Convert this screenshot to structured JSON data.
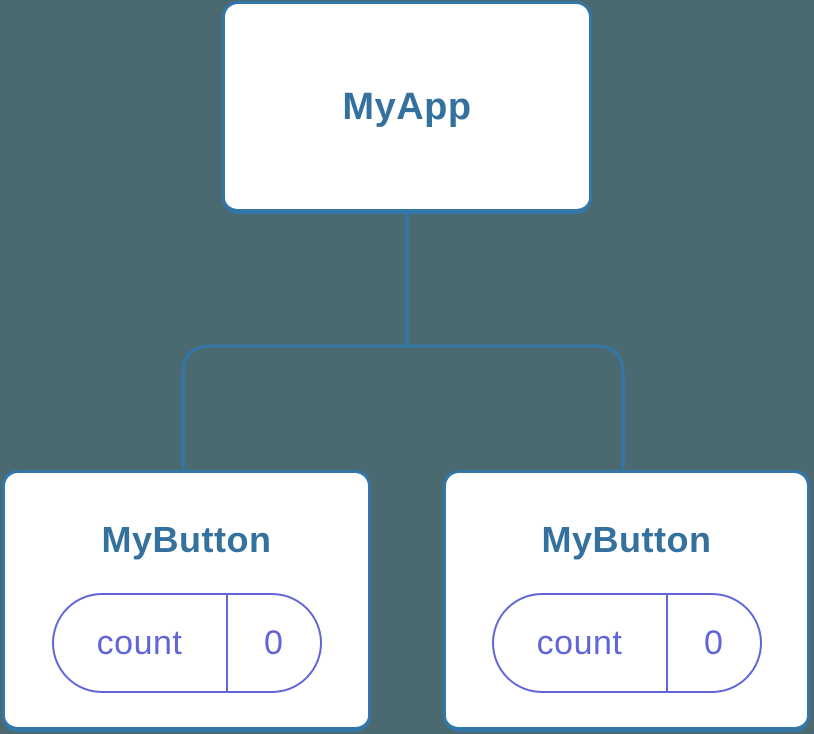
{
  "diagram": {
    "title": "component-tree",
    "colors": {
      "bg": "#4B6971",
      "line": "#3377A9",
      "text_blue": "#35719E",
      "purple": "#6065D8",
      "node_fill": "#FFFFFF"
    },
    "root": {
      "label": "MyApp"
    },
    "children": [
      {
        "label": "MyButton",
        "state": {
          "name": "count",
          "value": "0"
        }
      },
      {
        "label": "MyButton",
        "state": {
          "name": "count",
          "value": "0"
        }
      }
    ]
  }
}
